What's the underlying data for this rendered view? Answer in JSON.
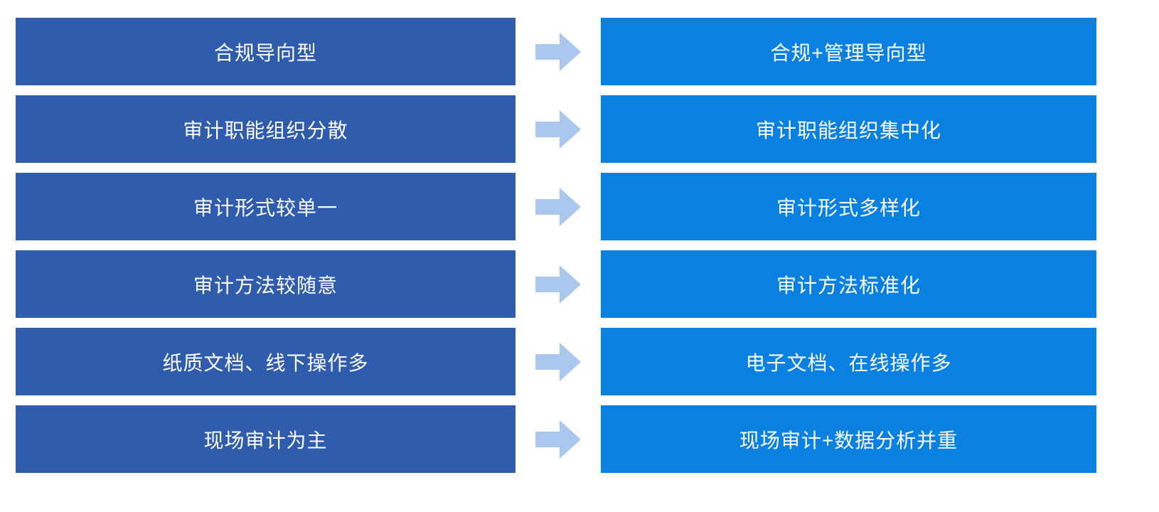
{
  "diagram": {
    "description_rows": [
      {
        "before": "合规导向型",
        "after": "合规+管理导向型"
      },
      {
        "before": "审计职能组织分散",
        "after": "审计职能组织集中化"
      },
      {
        "before": "审计形式较单一",
        "after": "审计形式多样化"
      },
      {
        "before": "审计方法较随意",
        "after": "审计方法标准化"
      },
      {
        "before": "纸质文档、线下操作多",
        "after": "电子文档、在线操作多"
      },
      {
        "before": "现场审计为主",
        "after": "现场审计+数据分析并重"
      }
    ],
    "icons": {
      "arrow": "right-block-arrow-icon"
    },
    "colors": {
      "before_box": "#2f5cad",
      "after_box": "#0a80e0",
      "arrow": "#aac8ed",
      "text": "#ffffff",
      "background": "#ffffff"
    }
  }
}
